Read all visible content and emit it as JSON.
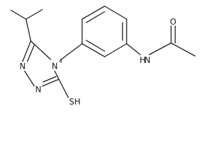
{
  "molecule": {
    "atoms": {
      "n_ring_top": "N",
      "n_ring_bottom": "N",
      "n_ring_aryl": "N",
      "n_ring_aryl_charge": "4",
      "thiol": "SH",
      "amide_n": "N",
      "amide_h": "H",
      "carbonyl_o": "O"
    }
  }
}
